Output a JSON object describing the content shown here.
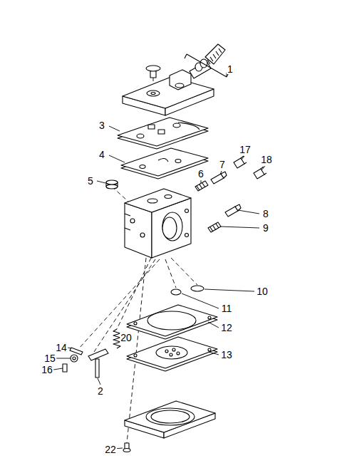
{
  "diagram": {
    "labels": [
      "1",
      "3",
      "4",
      "5",
      "6",
      "7",
      "17",
      "18",
      "8",
      "9",
      "10",
      "11",
      "12",
      "14",
      "20",
      "15",
      "13",
      "16",
      "2",
      "22"
    ]
  }
}
